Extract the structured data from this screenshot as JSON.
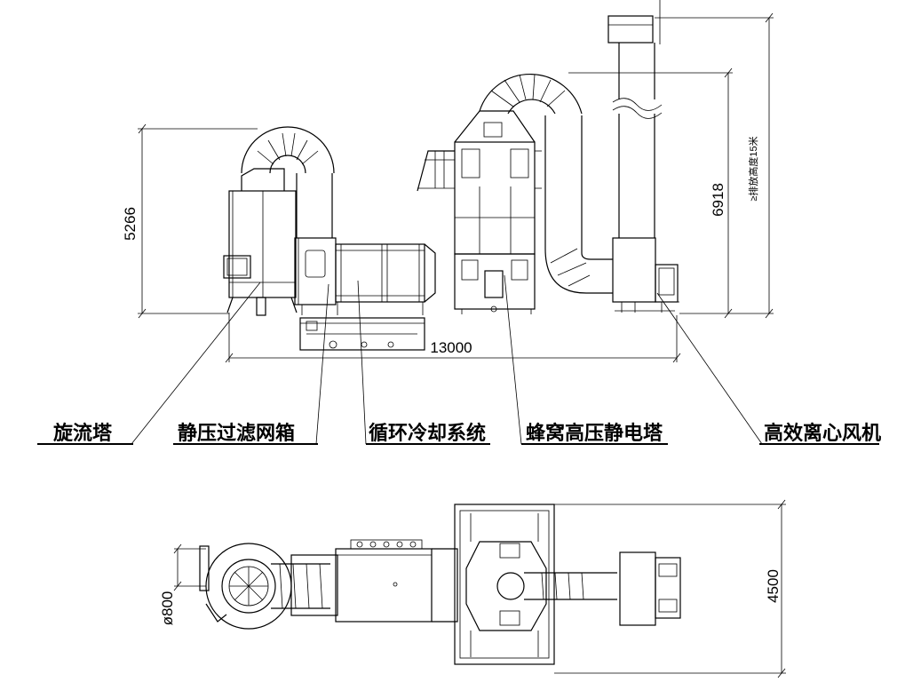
{
  "labels": {
    "cyclone_tower": "旋流塔",
    "static_filter_box": "静压过滤网箱",
    "cooling_system": "循环冷却系统",
    "esp_tower": "蜂窝高压静电塔",
    "centrifugal_fan": "高效离心风机"
  },
  "dimensions": {
    "height_left": "5266",
    "total_length": "13000",
    "height_right": "6918",
    "stack_note": "≥排放高度15米",
    "width_plan": "4500",
    "duct_diameter": "ø800"
  }
}
